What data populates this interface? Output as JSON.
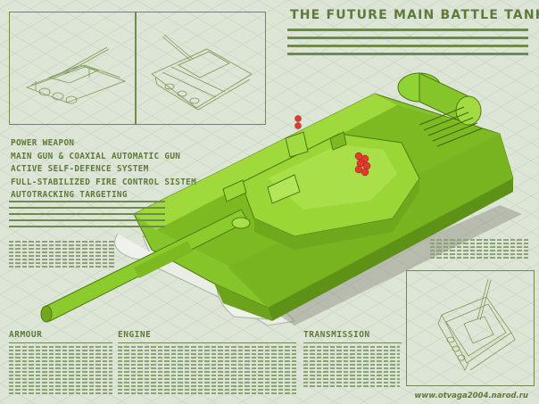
{
  "poster": {
    "title": "THE FUTURE MAIN BATTLE TANK",
    "features": [
      "POWER WEAPON",
      "MAIN GUN & COAXIAL AUTOMATIC GUN",
      "ACTIVE SELF-DEFENCE SYSTEM",
      "FULL-STABILIZED FIRE CONTROL SISTEM",
      "AUTOTRACKING TARGETING"
    ],
    "sections": {
      "armour": "ARMOUR",
      "engine": "ENGINE",
      "transmission": "TRANSMISSION"
    },
    "website": "www.otvaga2004.narod.ru"
  },
  "colors": {
    "background": "#dde5d6",
    "accent": "#6f8a4e",
    "tank_green": "#8fcf2c"
  }
}
